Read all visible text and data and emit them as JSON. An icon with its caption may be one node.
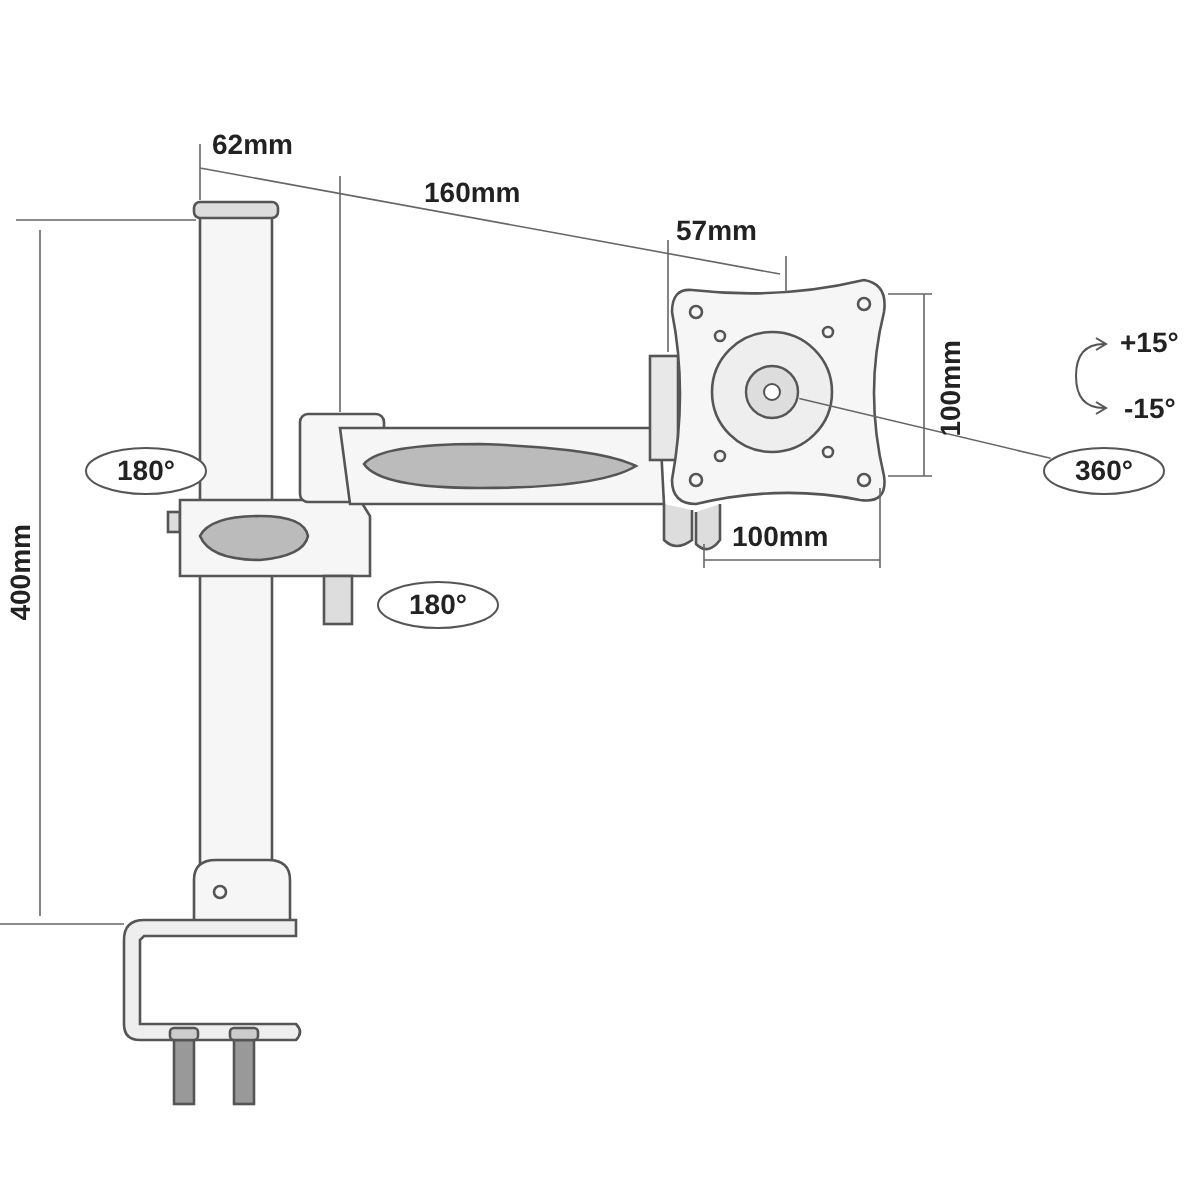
{
  "diagram": {
    "nodes": [
      {
        "text": [
          "180°"
        ]
      },
      {
        "text": [
          "360°"
        ]
      },
      {
        "text": [
          "180°"
        ]
      },
      {
        "text": [],
        "shape": "circle"
      }
    ],
    "edges": [
      {
        "from": 1,
        "to": 3,
        "arrow": "none"
      }
    ],
    "labels": [
      "62mm",
      "160mm",
      "57mm",
      "+15°",
      "100mm",
      "-15°",
      "100mm",
      "400mm"
    ]
  }
}
